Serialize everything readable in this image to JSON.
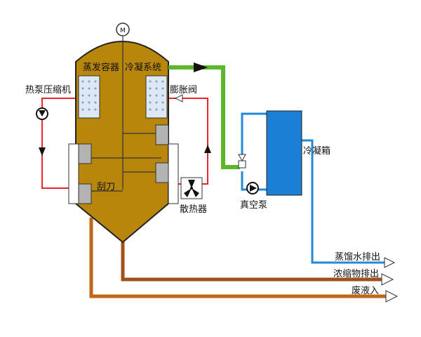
{
  "labels": {
    "evaporator": "蒸发容器",
    "condenser_system": "冷凝系统",
    "heat_pump_compressor": "热泵压缩机",
    "expansion_valve": "膨胀阀",
    "scraper": "刮刀",
    "radiator": "散热器",
    "vacuum_pump": "真空泵",
    "condensing_tank": "冷凝箱",
    "distilled_water_out": "蒸馏水排出",
    "concentrate_out": "浓缩物排出",
    "waste_liquid_in": "废液入",
    "motor": "M"
  },
  "colors": {
    "vessel": "#b8860b",
    "refrigerant_line": "#e8262b",
    "vapor_line": "#5cb82a",
    "water_line": "#1f8ad8",
    "condensing_tank": "#1b7fd6",
    "concentrate_line": "#a0501a",
    "waste_line": "#c0651a"
  }
}
